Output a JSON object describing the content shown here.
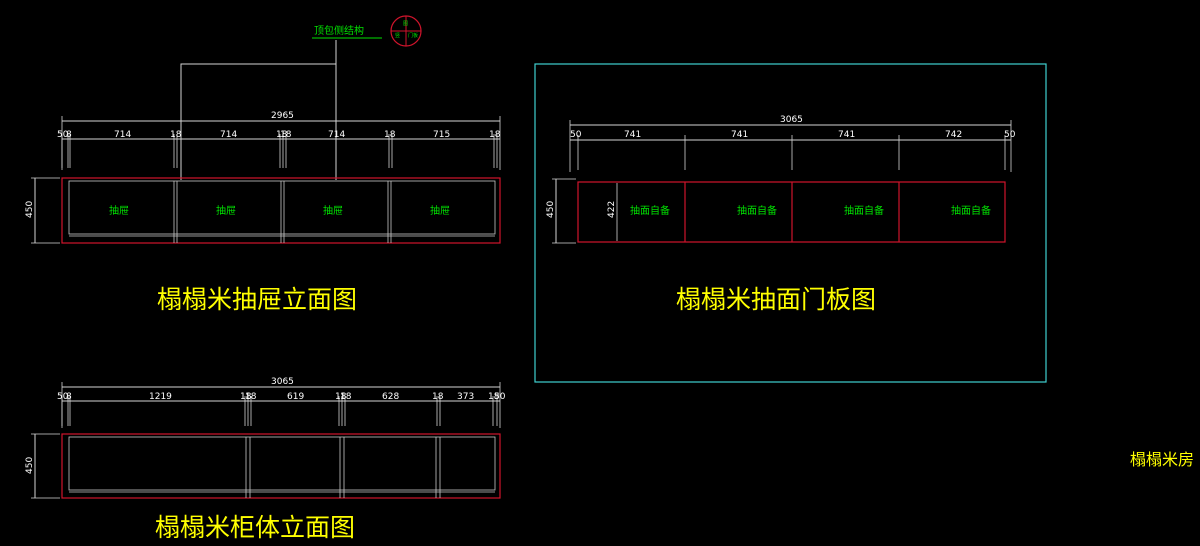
{
  "annotation": {
    "text": "顶包侧结构"
  },
  "symbol": {
    "texts": [
      "图",
      "门板",
      "竖"
    ]
  },
  "drawings": {
    "drawer_elevation": {
      "title": "榻榻米抽屉立面图",
      "total": "2965",
      "dims": [
        "50",
        "8",
        "714",
        "18",
        "714",
        "18",
        "18",
        "714",
        "18",
        "715",
        "18"
      ],
      "height": "450",
      "labels": [
        "抽屉",
        "抽屉",
        "抽屉",
        "抽屉"
      ]
    },
    "door_panel": {
      "title": "榻榻米抽面门板图",
      "total": "3065",
      "dims": [
        "50",
        "741",
        "741",
        "741",
        "742",
        "50"
      ],
      "height_outer": "450",
      "height_inner": "422",
      "labels": [
        "抽面自备",
        "抽面自备",
        "抽面自备",
        "抽面自备"
      ]
    },
    "cabinet_elevation": {
      "title": "榻榻米柜体立面图",
      "total": "3065",
      "dims": [
        "50",
        "8",
        "1219",
        "18",
        "18",
        "619",
        "18",
        "18",
        "628",
        "18",
        "373",
        "18",
        "50"
      ],
      "height": "450"
    }
  },
  "side_title": "榻榻米房",
  "colors": {
    "background": "#000000",
    "dimension": "#ffffff",
    "frame_red": "#d0142c",
    "label_green": "#00e000",
    "title_yellow": "#ffff00",
    "border_cyan": "#40d0d0",
    "cabinet_grey": "#c8c8c8"
  }
}
